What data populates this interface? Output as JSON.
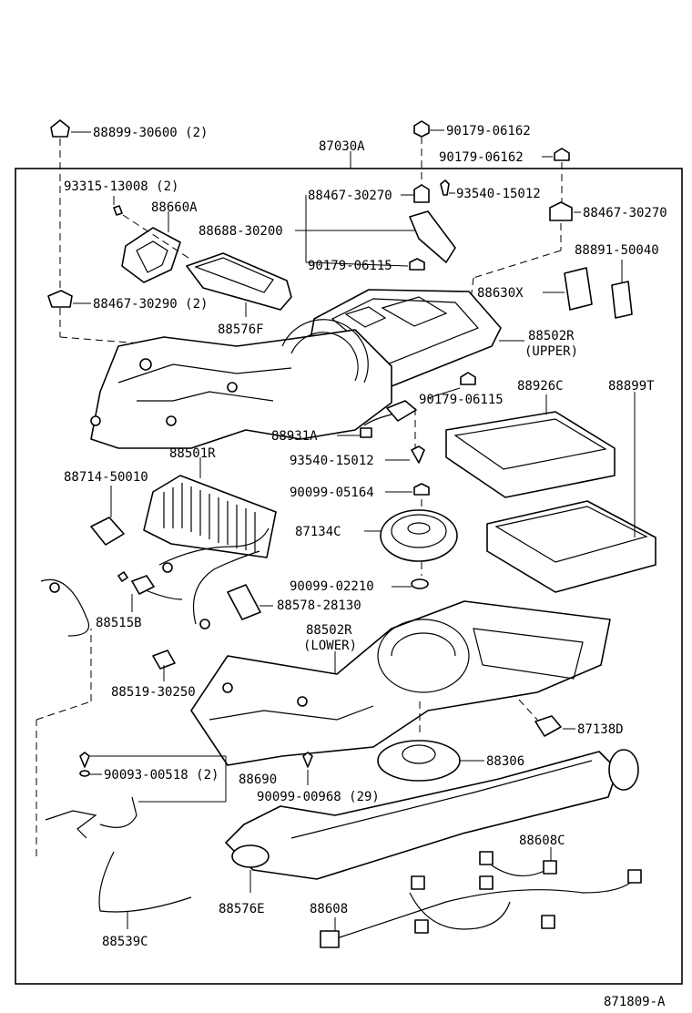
{
  "diagram": {
    "assembly_number": "87030A",
    "figure_code": "871809-A",
    "labels": [
      {
        "id": "p88899_30600",
        "text": "88899-30600 (2)"
      },
      {
        "id": "p93315_13008",
        "text": "93315-13008 (2)"
      },
      {
        "id": "p88660A",
        "text": "88660A"
      },
      {
        "id": "p88467_30290",
        "text": "88467-30290 (2)"
      },
      {
        "id": "p88576F",
        "text": "88576F"
      },
      {
        "id": "p90179_06162_a",
        "text": "90179-06162"
      },
      {
        "id": "p90179_06162_b",
        "text": "90179-06162"
      },
      {
        "id": "p88467_30270_a",
        "text": "88467-30270"
      },
      {
        "id": "p93540_15012_a",
        "text": "93540-15012"
      },
      {
        "id": "p88467_30270_b",
        "text": "88467-30270"
      },
      {
        "id": "p88688_30200",
        "text": "88688-30200"
      },
      {
        "id": "p90179_06115_a",
        "text": "90179-06115"
      },
      {
        "id": "p88891_50040",
        "text": "88891-50040"
      },
      {
        "id": "p88630X",
        "text": "88630X"
      },
      {
        "id": "p88502R_upper",
        "text": "88502R"
      },
      {
        "id": "p88502R_upper_note",
        "text": "(UPPER)"
      },
      {
        "id": "p90179_06115_b",
        "text": "90179-06115"
      },
      {
        "id": "p88926C",
        "text": "88926C"
      },
      {
        "id": "p88899T",
        "text": "88899T"
      },
      {
        "id": "p88931A",
        "text": "88931A"
      },
      {
        "id": "p93540_15012_b",
        "text": "93540-15012"
      },
      {
        "id": "p88501R",
        "text": "88501R"
      },
      {
        "id": "p88714_50010",
        "text": "88714-50010"
      },
      {
        "id": "p90099_05164",
        "text": "90099-05164"
      },
      {
        "id": "p87134C",
        "text": "87134C"
      },
      {
        "id": "p90099_02210",
        "text": "90099-02210"
      },
      {
        "id": "p88578_28130",
        "text": "88578-28130"
      },
      {
        "id": "p88515B",
        "text": "88515B"
      },
      {
        "id": "p88502R_lower",
        "text": "88502R"
      },
      {
        "id": "p88502R_lower_note",
        "text": "(LOWER)"
      },
      {
        "id": "p88519_30250",
        "text": "88519-30250"
      },
      {
        "id": "p87138D",
        "text": "87138D"
      },
      {
        "id": "p88306",
        "text": "88306"
      },
      {
        "id": "p90093_00518",
        "text": "90093-00518 (2)"
      },
      {
        "id": "p88690",
        "text": "88690"
      },
      {
        "id": "p90099_00968",
        "text": "90099-00968 (29)"
      },
      {
        "id": "p88608C",
        "text": "88608C"
      },
      {
        "id": "p88576E",
        "text": "88576E"
      },
      {
        "id": "p88608",
        "text": "88608"
      },
      {
        "id": "p88539C",
        "text": "88539C"
      }
    ]
  }
}
